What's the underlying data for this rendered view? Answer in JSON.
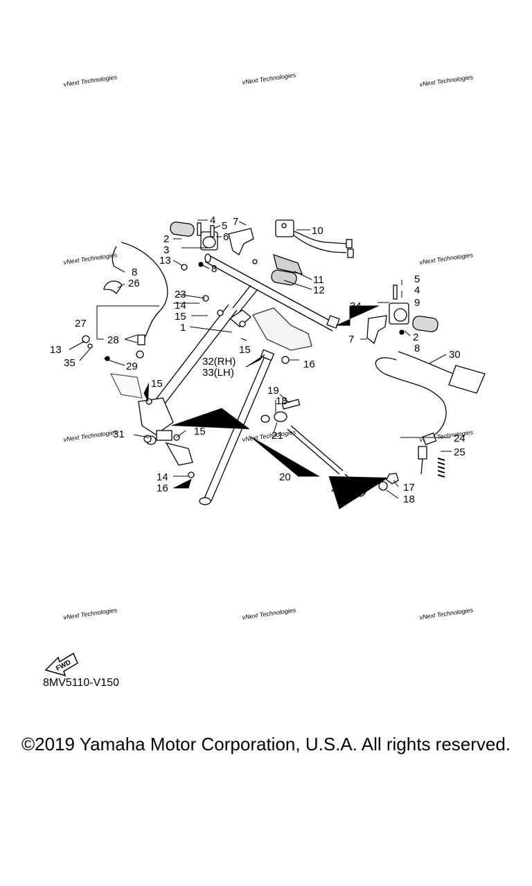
{
  "watermark_text": "vNext Technologies",
  "diagram_code": "8MV5110-V150",
  "fwd_label": "FWD",
  "copyright": "©2019 Yamaha Motor Corporation, U.S.A. All rights reserved.",
  "callouts": [
    "1",
    "2",
    "3",
    "4",
    "5",
    "6",
    "7",
    "8",
    "9",
    "10",
    "11",
    "12",
    "13",
    "14",
    "15",
    "16",
    "17",
    "18",
    "19",
    "20",
    "21",
    "22",
    "23",
    "24",
    "25",
    "26",
    "27",
    "28",
    "29",
    "30",
    "31",
    "32(RH)",
    "33(LH)",
    "34",
    "35"
  ]
}
